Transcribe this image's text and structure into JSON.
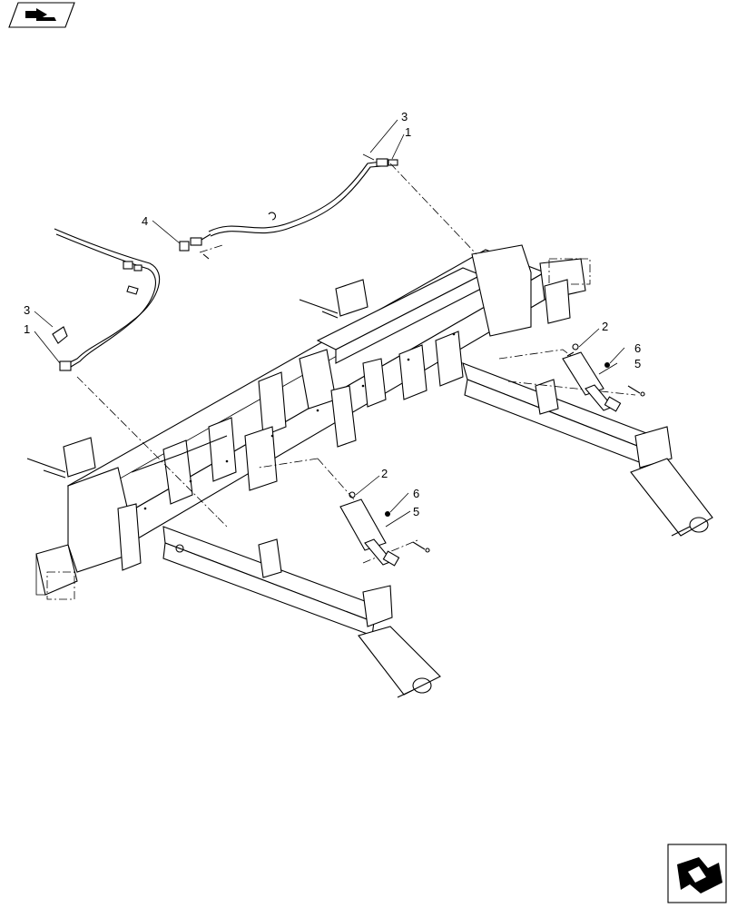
{
  "callouts": {
    "c1_top": "1",
    "c3_top": "3",
    "c4": "4",
    "c3_left": "3",
    "c1_left": "1",
    "c2_right": "2",
    "c6_right": "6",
    "c5_right": "5",
    "c2_mid": "2",
    "c6_mid": "6",
    "c5_mid": "5"
  },
  "icons": {
    "top_left": "page-flip-icon",
    "bottom_right": "next-page-arrow-icon"
  }
}
